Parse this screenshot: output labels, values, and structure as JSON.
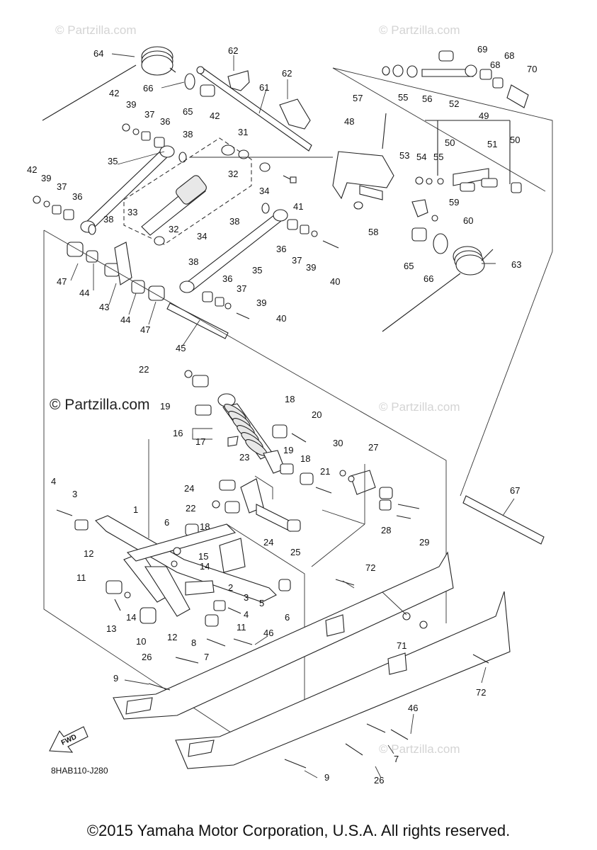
{
  "watermarks": {
    "small": "© Partzilla.com",
    "large": "© Partzilla.com"
  },
  "diagram_code": "8HAB110-J280",
  "fwd_label": "FWD",
  "copyright": "©2015 Yamaha Motor Corporation, U.S.A. All rights reserved.",
  "callouts": {
    "n1": "1",
    "n2": "2",
    "n3a": "3",
    "n3b": "3",
    "n4a": "4",
    "n4b": "4",
    "n5": "5",
    "n6a": "6",
    "n6b": "6",
    "n7a": "7",
    "n7b": "7",
    "n8": "8",
    "n9a": "9",
    "n9b": "9",
    "n10": "10",
    "n11a": "11",
    "n11b": "11",
    "n12a": "12",
    "n12b": "12",
    "n13": "13",
    "n14a": "14",
    "n14b": "14",
    "n15": "15",
    "n16": "16",
    "n17": "17",
    "n18a": "18",
    "n18b": "18",
    "n18c": "18",
    "n19a": "19",
    "n19b": "19",
    "n20": "20",
    "n21": "21",
    "n22a": "22",
    "n22b": "22",
    "n23": "23",
    "n24a": "24",
    "n24b": "24",
    "n25": "25",
    "n26a": "26",
    "n26b": "26",
    "n27": "27",
    "n28": "28",
    "n29": "29",
    "n30": "30",
    "n31": "31",
    "n32a": "32",
    "n32b": "32",
    "n33": "33",
    "n34a": "34",
    "n34b": "34",
    "n35a": "35",
    "n35b": "35",
    "n36a": "36",
    "n36b": "36",
    "n36c": "36",
    "n36d": "36",
    "n37a": "37",
    "n37b": "37",
    "n37c": "37",
    "n37d": "37",
    "n38a": "38",
    "n38b": "38",
    "n38c": "38",
    "n38d": "38",
    "n39a": "39",
    "n39b": "39",
    "n39c": "39",
    "n39d": "39",
    "n40a": "40",
    "n40b": "40",
    "n41": "41",
    "n42a": "42",
    "n42b": "42",
    "n42c": "42",
    "n43": "43",
    "n44a": "44",
    "n44b": "44",
    "n45": "45",
    "n46a": "46",
    "n46b": "46",
    "n47a": "47",
    "n47b": "47",
    "n48": "48",
    "n49": "49",
    "n50a": "50",
    "n50b": "50",
    "n51": "51",
    "n52": "52",
    "n53": "53",
    "n54": "54",
    "n55a": "55",
    "n55b": "55",
    "n56": "56",
    "n57": "57",
    "n58": "58",
    "n59": "59",
    "n60": "60",
    "n61": "61",
    "n62a": "62",
    "n62b": "62",
    "n63": "63",
    "n64": "64",
    "n65a": "65",
    "n65b": "65",
    "n66a": "66",
    "n66b": "66",
    "n67": "67",
    "n68a": "68",
    "n68b": "68",
    "n69": "69",
    "n70": "70",
    "n71": "71",
    "n72a": "72",
    "n72b": "72"
  }
}
